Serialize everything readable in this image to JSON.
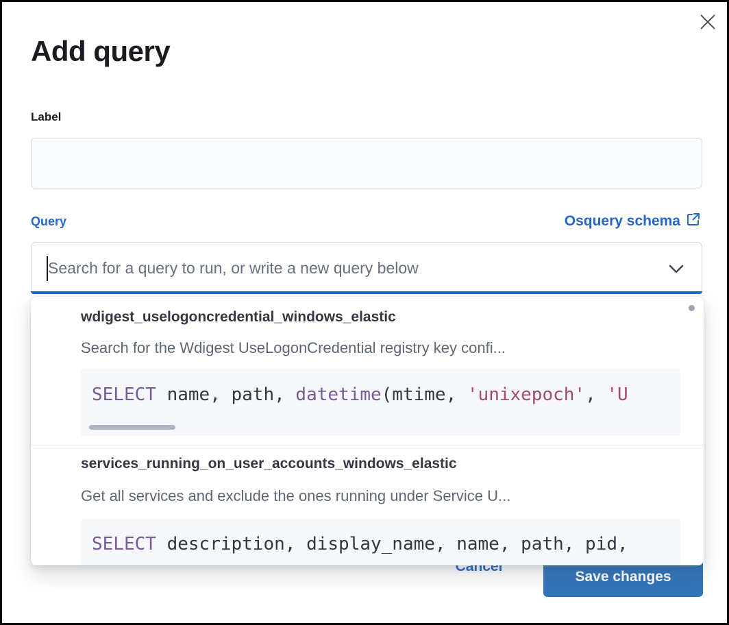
{
  "modal": {
    "title": "Add query"
  },
  "label_field": {
    "label": "Label",
    "value": ""
  },
  "query_field": {
    "label": "Query",
    "schema_link_label": "Osquery schema",
    "placeholder": "Search for a query to run, or write a new query below"
  },
  "dropdown": {
    "items": [
      {
        "title": "wdigest_uselogoncredential_windows_elastic",
        "description": "Search for the Wdigest UseLogonCredential registry key confi...",
        "code_tokens": [
          {
            "type": "keyword",
            "text": "SELECT"
          },
          {
            "type": "plain",
            "text": " name, path, "
          },
          {
            "type": "keyword",
            "text": "datetime"
          },
          {
            "type": "plain",
            "text": "(mtime, "
          },
          {
            "type": "string",
            "text": "'unixepoch'"
          },
          {
            "type": "plain",
            "text": ", "
          },
          {
            "type": "string",
            "text": "'U"
          }
        ]
      },
      {
        "title": "services_running_on_user_accounts_windows_elastic",
        "description": "Get all services and exclude the ones running under Service U...",
        "code_tokens": [
          {
            "type": "keyword",
            "text": "SELECT"
          },
          {
            "type": "plain",
            "text": " description, display_name, name, path, pid,"
          }
        ]
      }
    ]
  },
  "footer": {
    "cancel_label": "Cancel",
    "save_label": "Save changes"
  },
  "icons": {
    "close": "x-icon",
    "external_link": "external-link-icon",
    "chevron": "chevron-down-icon"
  },
  "colors": {
    "accent_blue": "#2368c9",
    "button_blue": "#3274b9",
    "code_keyword": "#765b96",
    "code_string": "#a34a68",
    "code_text": "#343741",
    "code_bg": "#f5f7fa"
  }
}
